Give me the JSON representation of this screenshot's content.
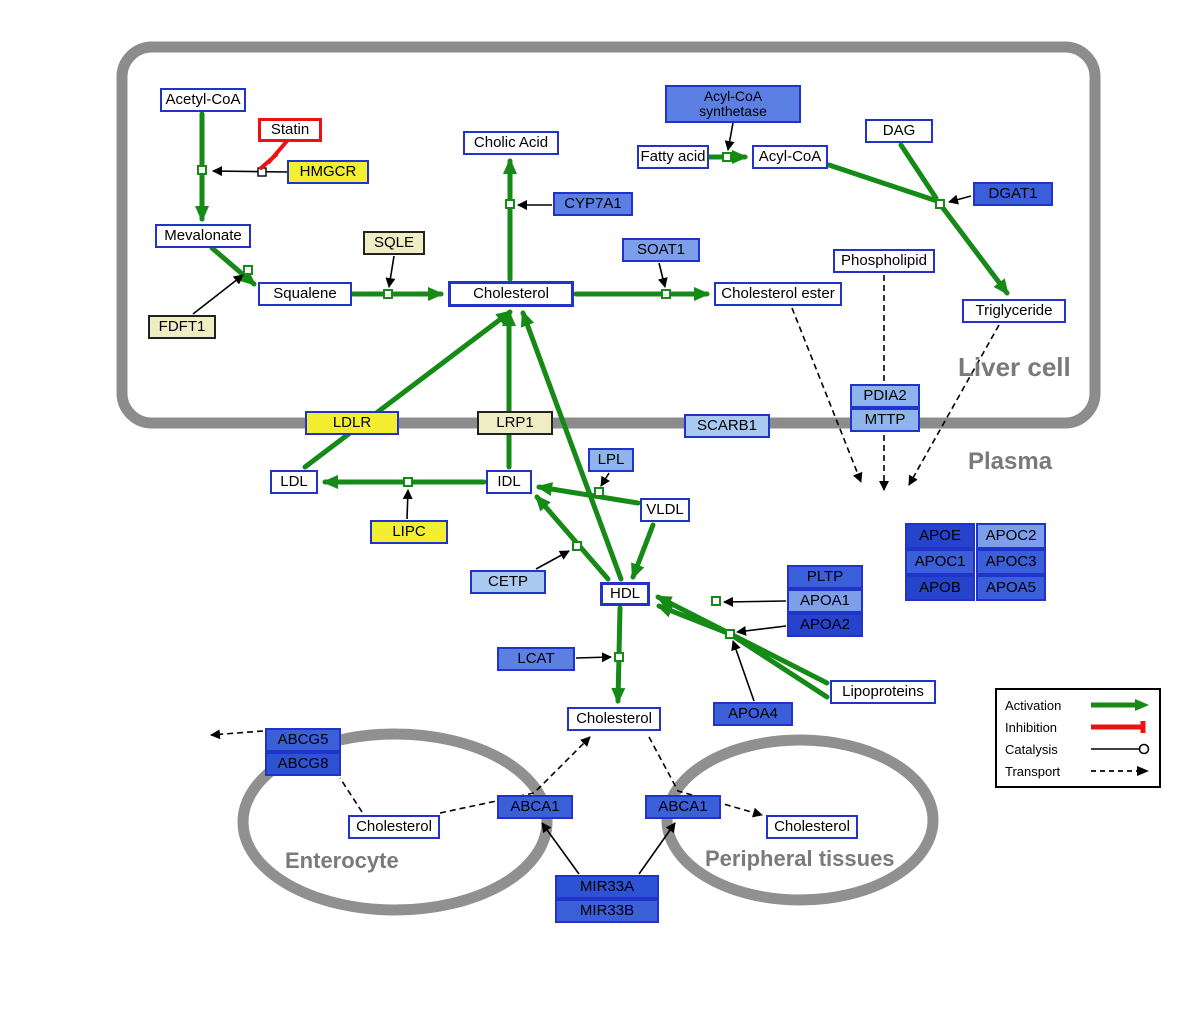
{
  "compartments": {
    "liver": {
      "label": "Liver cell"
    },
    "plasma": {
      "label": "Plasma"
    },
    "enterocyte": {
      "label": "Enterocyte"
    },
    "peripheral": {
      "label": "Peripheral tissues"
    }
  },
  "legend": {
    "activation": "Activation",
    "inhibition": "Inhibition",
    "catalysis": "Catalysis",
    "transport": "Transport"
  },
  "colors": {
    "activation_green": "#168A16",
    "inhibition_red": "#EE1111",
    "membrane_gray": "#8C8C8C",
    "node_border_blue": "#2233CC",
    "statin_border_red": "#EE1111",
    "upregulated_yellow": "#F4EE33",
    "pale_yellow": "#EFEDC4",
    "downregulated_blue": "#3A5FD8",
    "light_blue": "#7D9FEA",
    "dark_blue": "#2543CB"
  },
  "nodes": {
    "acetyl_coa": {
      "label": "Acetyl-CoA"
    },
    "statin": {
      "label": "Statin"
    },
    "hmgcr": {
      "label": "HMGCR"
    },
    "mevalonate": {
      "label": "Mevalonate"
    },
    "sqle": {
      "label": "SQLE"
    },
    "fdft1": {
      "label": "FDFT1"
    },
    "squalene": {
      "label": "Squalene"
    },
    "cholesterol_liver": {
      "label": "Cholesterol"
    },
    "cholic_acid": {
      "label": "Cholic Acid"
    },
    "cyp7a1": {
      "label": "CYP7A1"
    },
    "fatty_acid": {
      "label": "Fatty acid"
    },
    "acyl_coa": {
      "label": "Acyl-CoA"
    },
    "acyl_coa_synthetase": {
      "label": "Acyl-CoA synthetase"
    },
    "dag": {
      "label": "DAG"
    },
    "dgat1": {
      "label": "DGAT1"
    },
    "soat1": {
      "label": "SOAT1"
    },
    "phospholipid": {
      "label": "Phospholipid"
    },
    "cholesterol_ester": {
      "label": "Cholesterol ester"
    },
    "triglyceride": {
      "label": "Triglyceride"
    },
    "pdia2": {
      "label": "PDIA2"
    },
    "mttp": {
      "label": "MTTP"
    },
    "scarb1": {
      "label": "SCARB1"
    },
    "ldlr": {
      "label": "LDLR"
    },
    "lrp1": {
      "label": "LRP1"
    },
    "ldl": {
      "label": "LDL"
    },
    "idl": {
      "label": "IDL"
    },
    "vldl": {
      "label": "VLDL"
    },
    "lpl": {
      "label": "LPL"
    },
    "lipc": {
      "label": "LIPC"
    },
    "cetp": {
      "label": "CETP"
    },
    "hdl": {
      "label": "HDL"
    },
    "lcat": {
      "label": "LCAT"
    },
    "pltp": {
      "label": "PLTP"
    },
    "apoa1": {
      "label": "APOA1"
    },
    "apoa2": {
      "label": "APOA2"
    },
    "apoa4": {
      "label": "APOA4"
    },
    "apoe": {
      "label": "APOE"
    },
    "apoc2": {
      "label": "APOC2"
    },
    "apoc1": {
      "label": "APOC1"
    },
    "apoc3": {
      "label": "APOC3"
    },
    "apob": {
      "label": "APOB"
    },
    "apoa5": {
      "label": "APOA5"
    },
    "lipoproteins": {
      "label": "Lipoproteins"
    },
    "cholesterol_plasma": {
      "label": "Cholesterol"
    },
    "abcg5": {
      "label": "ABCG5"
    },
    "abcg8": {
      "label": "ABCG8"
    },
    "abca1_enterocyte": {
      "label": "ABCA1"
    },
    "abca1_peripheral": {
      "label": "ABCA1"
    },
    "cholesterol_enterocyte": {
      "label": "Cholesterol"
    },
    "cholesterol_peripheral": {
      "label": "Cholesterol"
    },
    "mir33a": {
      "label": "MIR33A"
    },
    "mir33b": {
      "label": "MIR33B"
    }
  }
}
